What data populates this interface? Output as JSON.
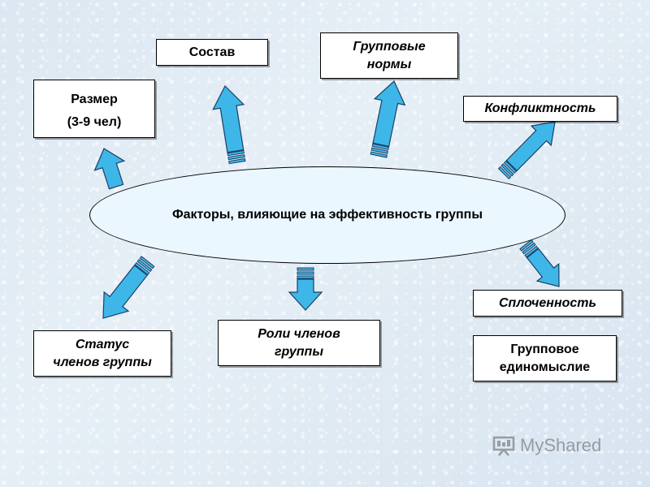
{
  "center": {
    "label_part1": "Факторы",
    "label_part2": ", влияющие на эффективность группы"
  },
  "factors": {
    "size": {
      "line1": "Размер",
      "line2": "(3-9 чел)"
    },
    "composition": "Состав",
    "norms": "Групповые\nнормы",
    "conflict": "Конфликтность",
    "status": "Статус\nчленов группы",
    "roles": "Роли членов\nгруппы",
    "cohesion": "Сплоченность",
    "groupthink": "Групповое\nединомыслие"
  },
  "watermark": {
    "text": "MyShared",
    "icon": "presentation-board-icon"
  },
  "colors": {
    "arrow_fill": "#3fb6e8",
    "arrow_stroke": "#1a3f66",
    "ellipse_fill": "#eaf7ff",
    "box_fill": "#ffffff"
  }
}
